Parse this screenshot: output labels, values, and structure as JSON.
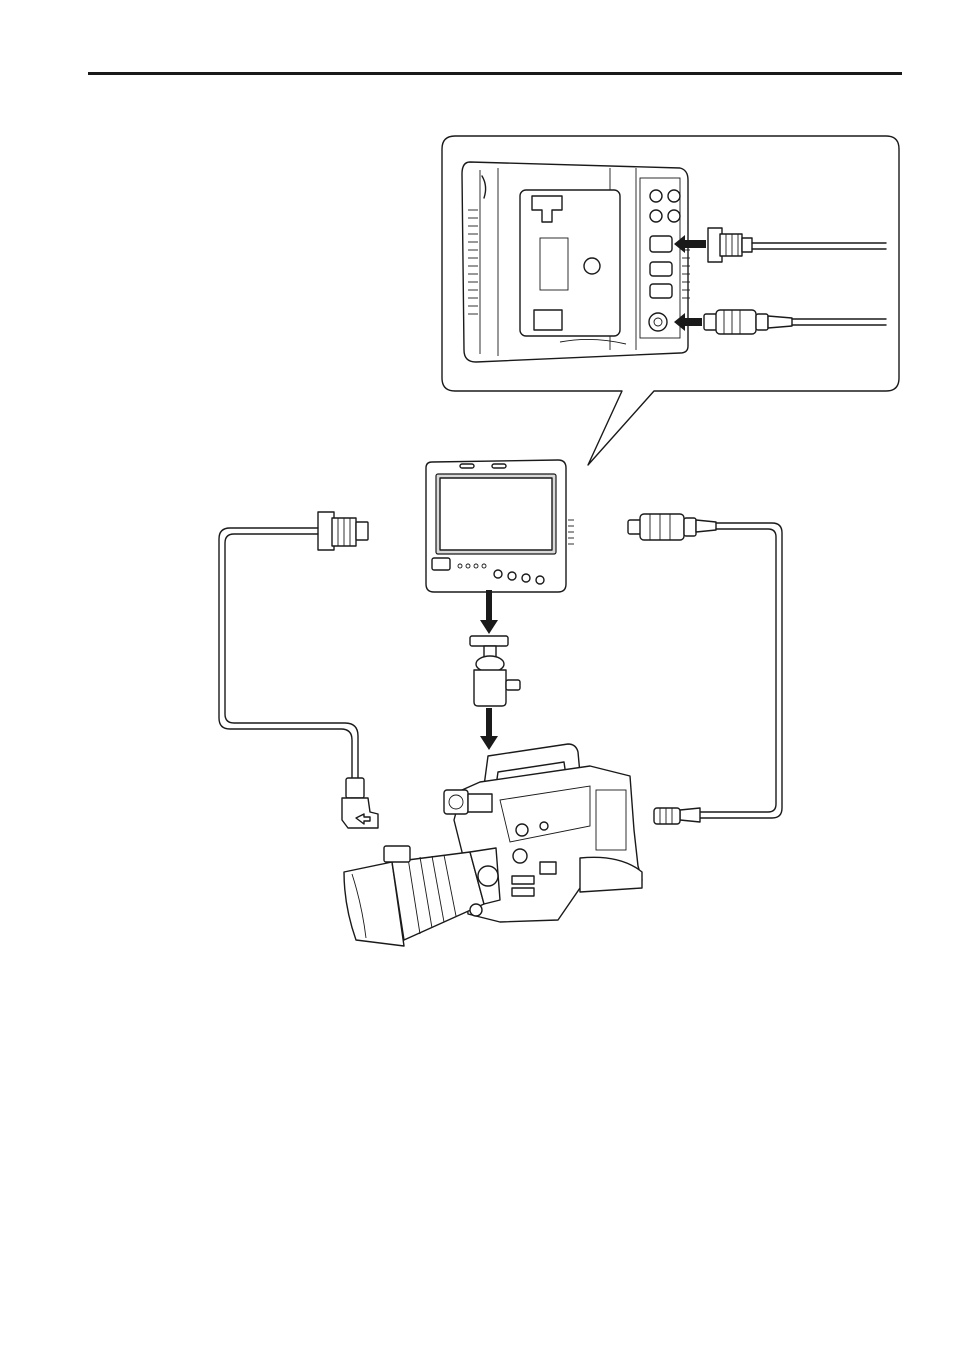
{
  "colors": {
    "line": "#1a1a1a",
    "background": "#ffffff",
    "screen": "#d9d9d9"
  },
  "parts": [
    "header-rule",
    "monitor-rear-callout",
    "monitor-front",
    "ball-head-mount",
    "camera-with-lens",
    "d-sub-cable",
    "power-cable"
  ]
}
